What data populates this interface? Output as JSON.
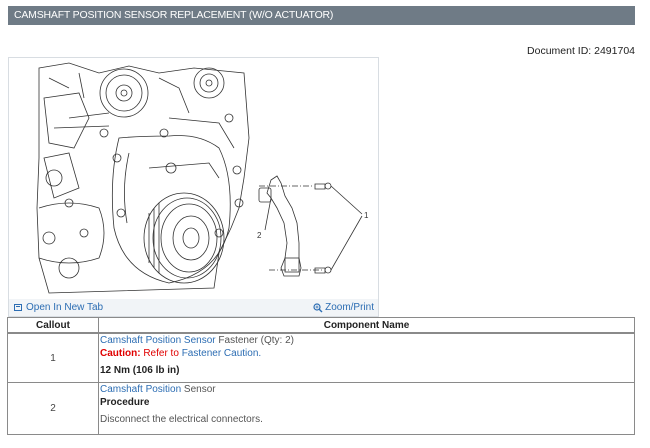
{
  "header": {
    "title": "CAMSHAFT POSITION SENSOR REPLACEMENT (W/O ACTUATOR)",
    "document_id": "Document ID: 2491704"
  },
  "figure": {
    "callout_labels": [
      "1",
      "2"
    ],
    "open_in_new_tab": "Open In New Tab",
    "zoom_print": "Zoom/Print"
  },
  "table": {
    "headers": [
      "Callout",
      "Component Name"
    ],
    "rows": [
      {
        "callout": "1",
        "component_link": "Camshaft Position Sensor",
        "component_suffix": " Fastener (Qty: 2)",
        "caution_label": "Caution:",
        "caution_prefix": " Refer to ",
        "caution_link": "Fastener Caution",
        "caution_suffix": ".",
        "torque": "12 Nm (106 lb in)"
      },
      {
        "callout": "2",
        "component_link": "Camshaft Position",
        "component_suffix": " Sensor",
        "procedure_label": "Procedure",
        "procedure_text": "Disconnect the electrical connectors."
      }
    ]
  },
  "colors": {
    "title_bar": "#6f7b86",
    "link": "#2c6db3",
    "caution": "#e00000"
  }
}
